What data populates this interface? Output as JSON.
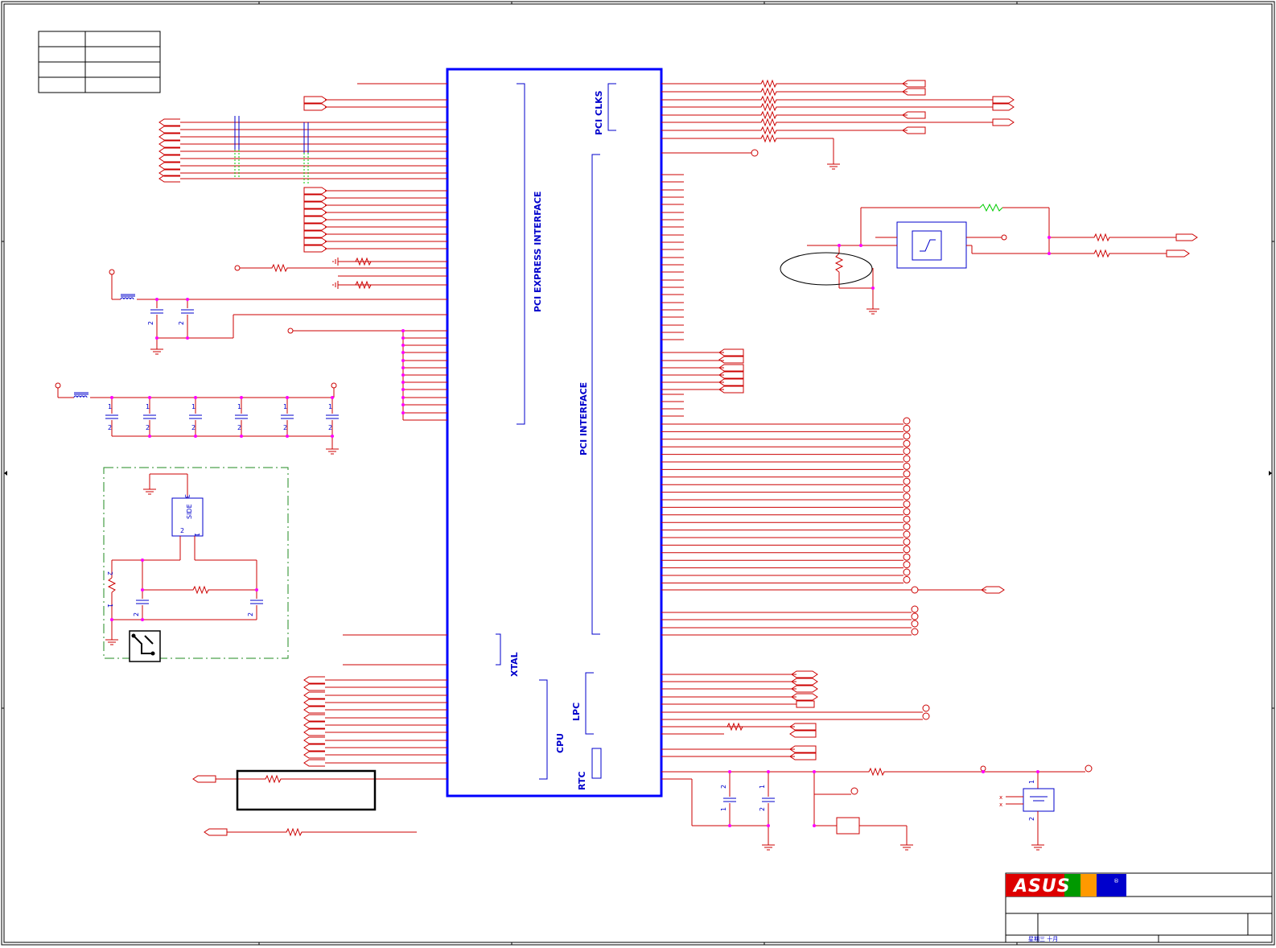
{
  "chip": {
    "labels": {
      "pcie": "PCI EXPRESS INTERFACE",
      "pci": "PCI INTERFACE",
      "pci_clks": "PCI CLKS",
      "xtal": "XTAL",
      "cpu": "CPU",
      "lpc": "LPC",
      "rtc": "RTC"
    }
  },
  "side_component": {
    "label": "SIDE",
    "pins": [
      "3",
      "2",
      "1"
    ]
  },
  "pin_numbers": {
    "one": "1",
    "two": "2"
  },
  "title_block": {
    "logo": "ASUS",
    "date_text": "星期三 十月"
  },
  "colors": {
    "wire": "#cc0000",
    "chip_border": "#0000ff",
    "junction": "#ff00ff",
    "component": "#0000cc",
    "green_wire": "#00cc00",
    "dashed_box": "#228b22"
  },
  "icons": {
    "logo": "asus-logo",
    "pcb": "pcb-icon",
    "ground": "ground-icon",
    "connector": "offpage-connector-icon",
    "test_point": "test-point-icon"
  }
}
